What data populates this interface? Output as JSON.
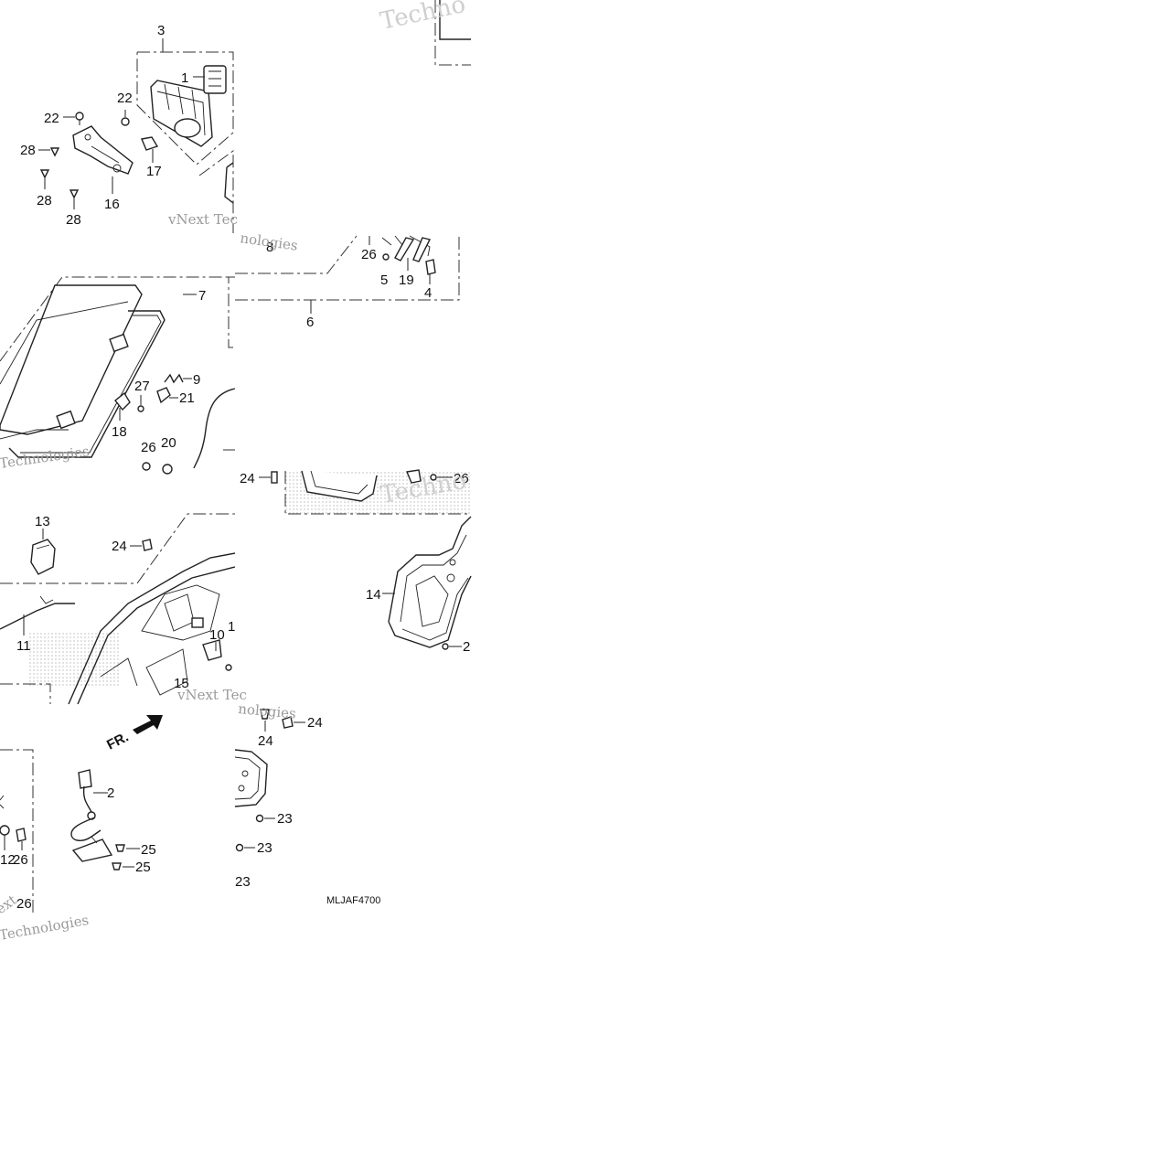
{
  "diagram": {
    "code": "MLJAF4700",
    "front_arrow_label": "FR.",
    "watermark": {
      "brand_a": "vNext Tec",
      "brand_b": "Techno",
      "word": "Technologies",
      "word_b": "nologies",
      "short": "ext"
    },
    "callouts": {
      "c1": "1",
      "c2": "2",
      "c3": "3",
      "c4": "4",
      "c5": "5",
      "c6": "6",
      "c7": "7",
      "c8": "8",
      "c9": "9",
      "c10": "10",
      "c11": "11",
      "c12": "12",
      "c13": "13",
      "c14": "14",
      "c15": "15",
      "c16": "16",
      "c17": "17",
      "c18": "18",
      "c19": "19",
      "c20": "20",
      "c21": "21",
      "c22a": "22",
      "c22b": "22",
      "c23a": "23",
      "c23b": "23",
      "c23c": "23",
      "c24a": "24",
      "c24b": "24",
      "c24c": "24",
      "c24d": "24",
      "c25a": "25",
      "c25b": "25",
      "c26a": "26",
      "c26b": "26",
      "c26c": "26",
      "c26d": "26",
      "c26e": "26",
      "c27": "27",
      "c28a": "28",
      "c28b": "28",
      "c28c": "28",
      "c2p": "2",
      "c1p": "1"
    }
  }
}
